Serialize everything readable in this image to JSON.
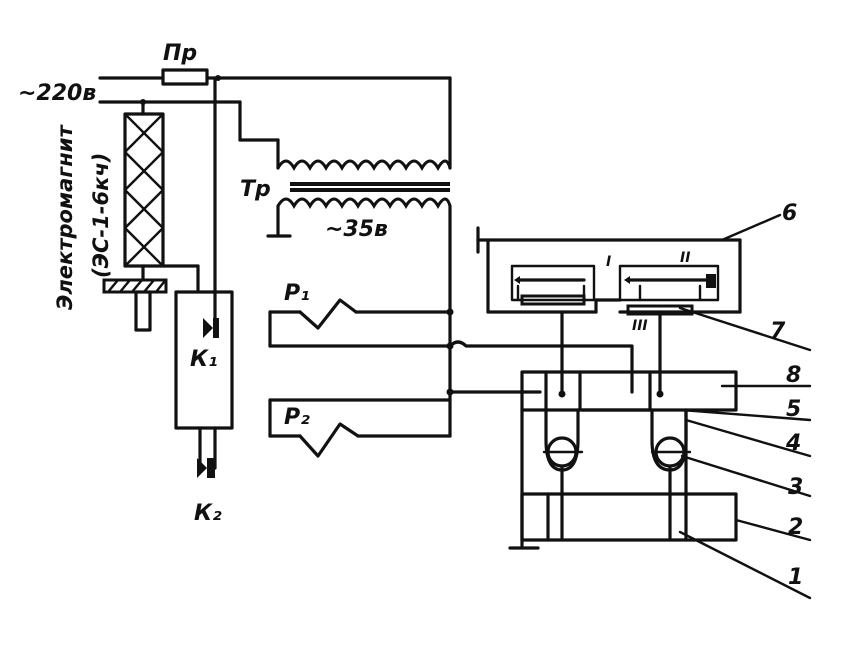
{
  "labels": {
    "supply": "~220в",
    "fuse": "Пр",
    "transformer": "Тр",
    "secondary_voltage": "~35в",
    "electromagnet_line1": "Электромагнит",
    "electromagnet_line2": "(ЭС-1-6кч)",
    "relay1": "Р₁",
    "relay2": "Р₂",
    "contact1": "К₁",
    "contact2": "К₂",
    "roman1": "I",
    "roman2": "II",
    "roman3": "III"
  },
  "callouts": [
    "6",
    "7",
    "8",
    "5",
    "4",
    "3",
    "2",
    "1"
  ]
}
